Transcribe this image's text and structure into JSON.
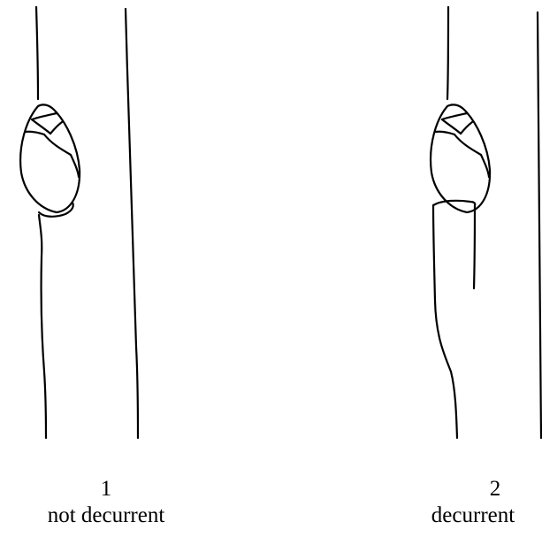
{
  "figures": [
    {
      "number": "1",
      "caption": "not decurrent"
    },
    {
      "number": "2",
      "caption": "decurrent"
    }
  ]
}
